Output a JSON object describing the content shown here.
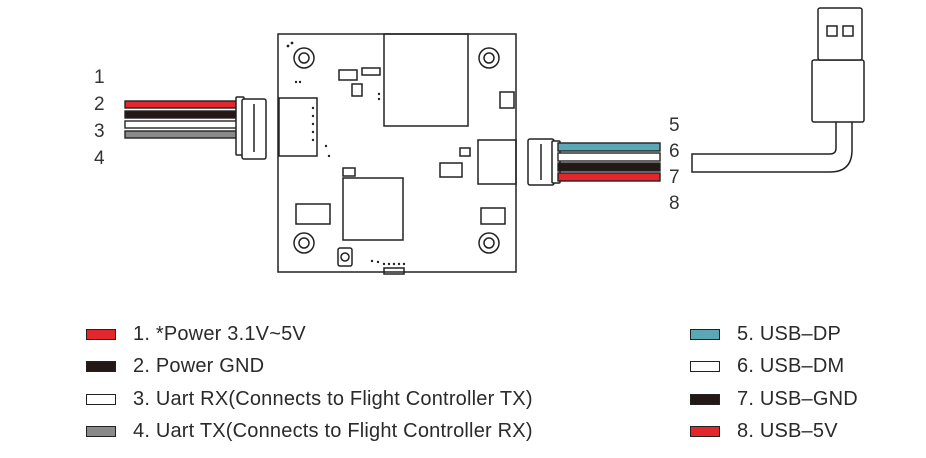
{
  "pin_numbers_left": [
    "1",
    "2",
    "3",
    "4"
  ],
  "pin_numbers_right": [
    "5",
    "6",
    "7",
    "8"
  ],
  "colors": {
    "red": "#e4262d",
    "black": "#231815",
    "white": "#ffffff",
    "gray": "#8a8a8a",
    "blue": "#5ba7b5",
    "outline": "#222222"
  },
  "legend_left": [
    {
      "label": "1. *Power 3.1V~5V",
      "color": "#e4262d"
    },
    {
      "label": "2. Power GND",
      "color": "#231815"
    },
    {
      "label": "3. Uart RX(Connects to Flight Controller TX)",
      "color": "#ffffff"
    },
    {
      "label": "4. Uart TX(Connects to Flight Controller RX)",
      "color": "#8a8a8a"
    }
  ],
  "legend_right": [
    {
      "label": "5. USB–DP",
      "color": "#5ba7b5"
    },
    {
      "label": "6. USB–DM",
      "color": "#ffffff"
    },
    {
      "label": "7. USB–GND",
      "color": "#231815"
    },
    {
      "label": "8. USB–5V",
      "color": "#e4262d"
    }
  ],
  "icons": [
    "circuit-board",
    "usb-plug",
    "wire-connector"
  ]
}
